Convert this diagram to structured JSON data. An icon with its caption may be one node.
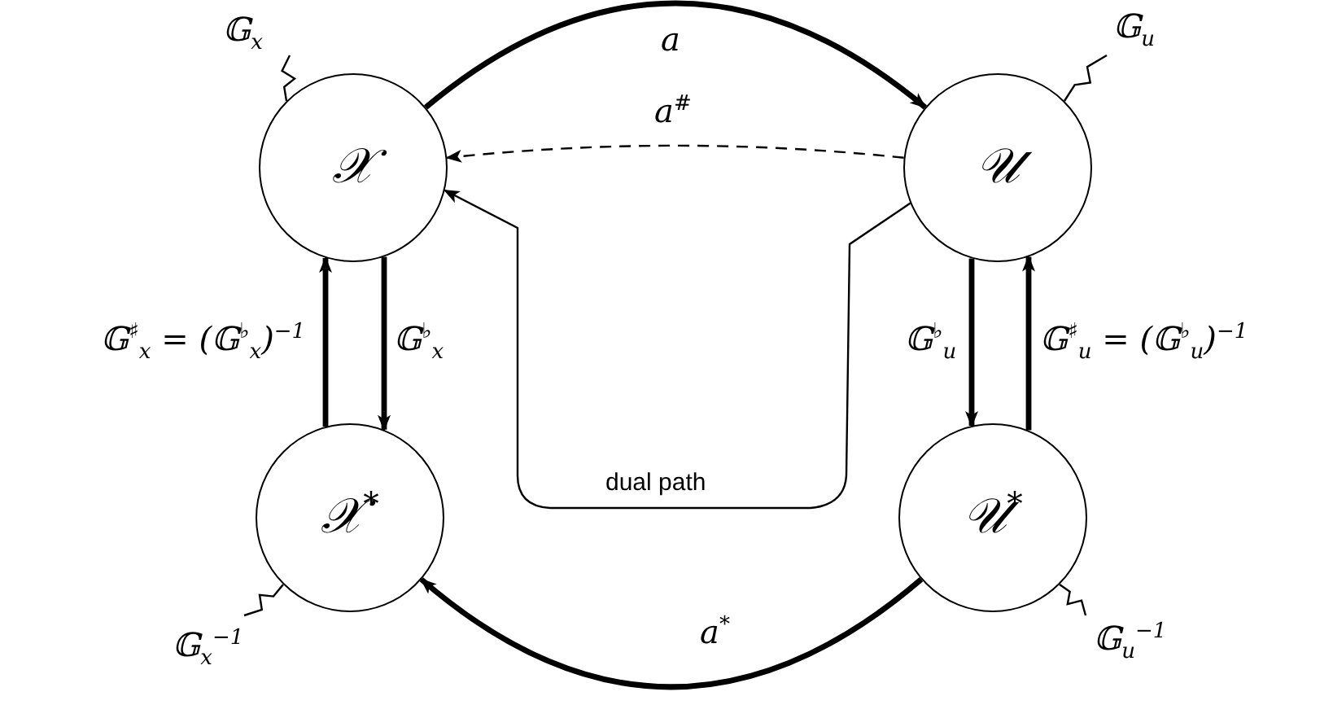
{
  "diagram": {
    "nodes": [
      {
        "text": [
          "𝒳"
        ]
      },
      {
        "text": [
          "𝒰"
        ]
      },
      {
        "text": [
          "𝒳$^{*}$"
        ]
      },
      {
        "text": [
          "𝒰$^{*}$"
        ]
      },
      {
        "text": [
          "𝔾$_{x}$"
        ]
      },
      {
        "text": [
          "𝔾$_{u}$"
        ]
      },
      {
        "text": [
          "𝔾$_{x}$$^{−1}$"
        ]
      },
      {
        "text": [
          "𝔾$_{u}$$^{−1}$"
        ]
      }
    ],
    "edges": [
      {
        "from": 0,
        "to": 1,
        "arrow": "to",
        "label": "a",
        "style": "thick"
      },
      {
        "from": 1,
        "to": 0,
        "arrow": "to",
        "label": "a$^{#}$",
        "style": "dashed"
      },
      {
        "from": 2,
        "to": 0,
        "arrow": "to",
        "label": "𝔾$^{♯}$$_{x}$ = (𝔾$^{♭}$$_{x}$)$^{−1}$",
        "style": "thick"
      },
      {
        "from": 0,
        "to": 2,
        "arrow": "to",
        "label": "𝔾$^{♭}$$_{x}$",
        "style": "thick"
      },
      {
        "from": 1,
        "to": 3,
        "arrow": "to",
        "label": "𝔾$^{♭}$$_{u}$",
        "style": "thick"
      },
      {
        "from": 3,
        "to": 1,
        "arrow": "to",
        "label": "𝔾$^{♯}$$_{u}$ = (𝔾$^{♭}$$_{u}$)$^{−1}$",
        "style": "thick"
      },
      {
        "from": 3,
        "to": 2,
        "arrow": "to",
        "label": "a$^{*}$",
        "style": "thick"
      },
      {
        "from": 1,
        "to": 0,
        "arrow": "to",
        "label": "dual path"
      },
      {
        "from": 4,
        "to": 0,
        "arrow": "none"
      },
      {
        "from": 5,
        "to": 1,
        "arrow": "none"
      },
      {
        "from": 6,
        "to": 2,
        "arrow": "none"
      },
      {
        "from": 7,
        "to": 3,
        "arrow": "none"
      }
    ]
  }
}
